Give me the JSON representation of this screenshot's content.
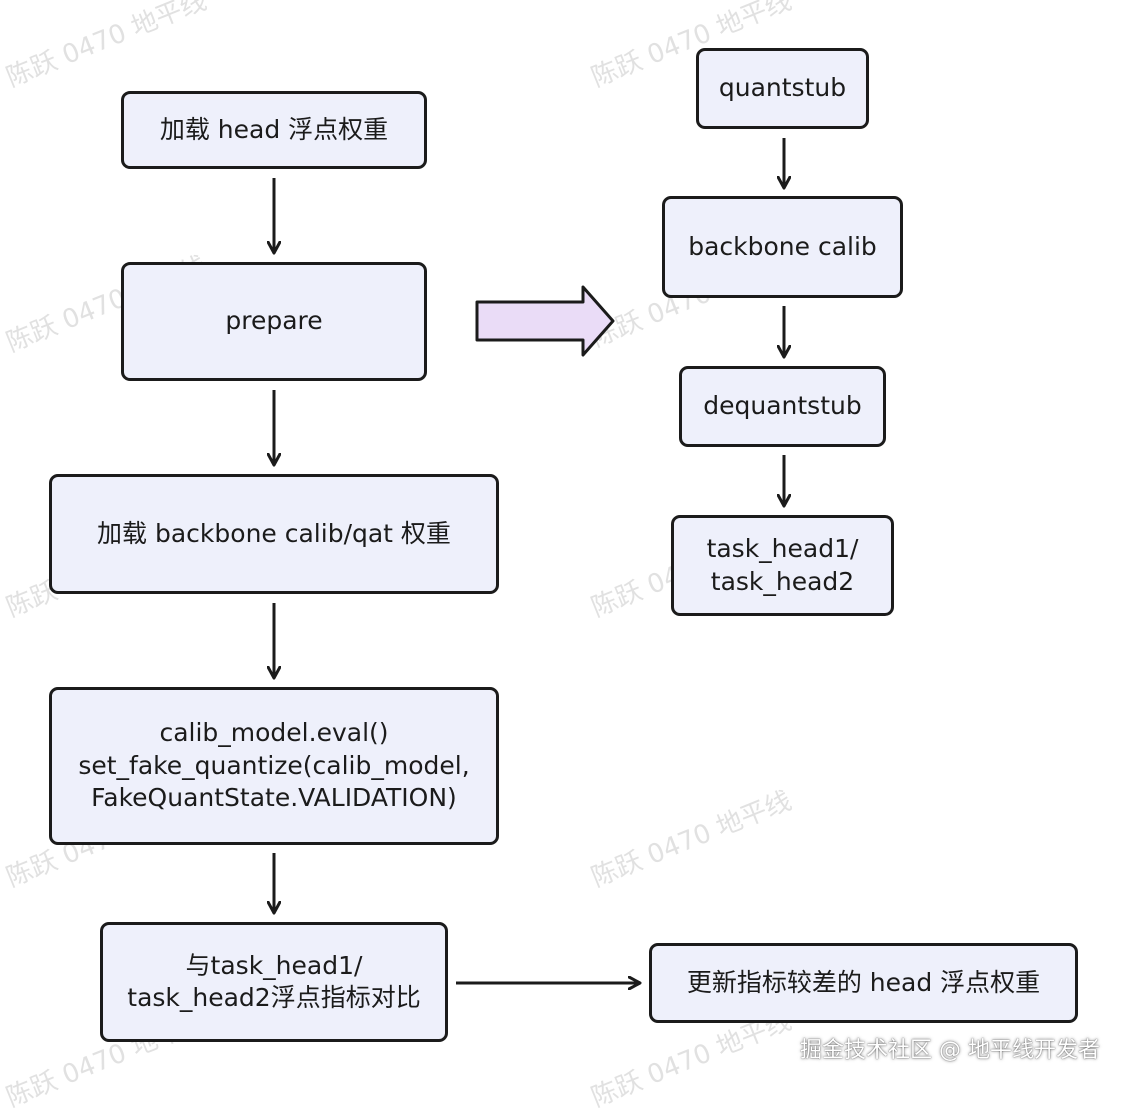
{
  "nodes": {
    "load_head": "加载 head 浮点权重",
    "prepare": "prepare",
    "load_backbone": "加载 backbone calib/qat 权重",
    "calib_eval": "calib_model.eval()\nset_fake_quantize(calib_model,\nFakeQuantState.VALIDATION)",
    "compare": "与task_head1/\ntask_head2浮点指标对比",
    "update_head": "更新指标较差的 head 浮点权重",
    "quantstub": "quantstub",
    "backbone_calib": "backbone calib",
    "dequantstub": "dequantstub",
    "task_heads": "task_head1/\ntask_head2"
  },
  "watermark": "陈跃 0470 地平线",
  "footer": "掘金技术社区 @ 地平线开发者",
  "colors": {
    "node_fill": "#eef0fb",
    "border": "#1b1b1b",
    "big_arrow_fill": "#eadcf7"
  }
}
